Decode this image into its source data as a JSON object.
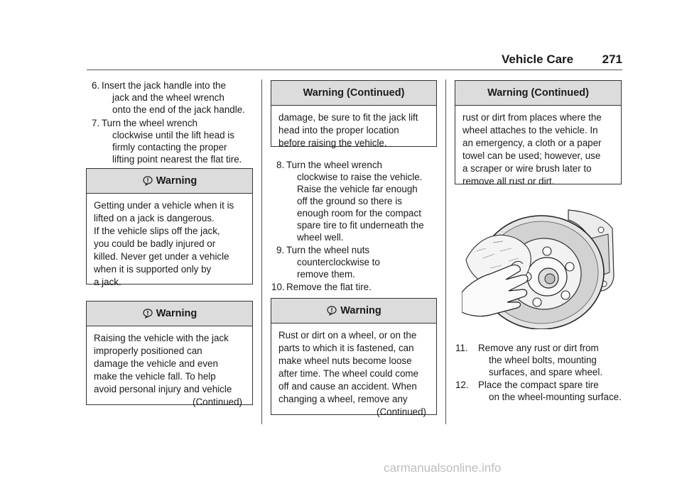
{
  "header": {
    "section": "Vehicle Care",
    "page_number": "271"
  },
  "steps": {
    "s6": {
      "num": "6.",
      "lines": [
        "Insert the jack handle into the",
        "jack and the wheel wrench",
        "onto the end of the jack handle."
      ]
    },
    "s7": {
      "num": "7.",
      "lines": [
        "Turn the wheel wrench",
        "clockwise until the lift head is",
        "firmly contacting the proper",
        "lifting point nearest the flat tire."
      ]
    },
    "s8": {
      "num": "8.",
      "lines": [
        "Turn the wheel wrench",
        "clockwise to raise the vehicle.",
        "Raise the vehicle far enough",
        "off the ground so there is",
        "enough room for the compact",
        "spare tire to fit underneath the",
        "wheel well."
      ]
    },
    "s9": {
      "num": "9.",
      "lines": [
        "Turn the wheel nuts",
        "counterclockwise to",
        "remove them."
      ]
    },
    "s10": {
      "num": "10.",
      "lines": [
        "Remove the flat tire."
      ]
    },
    "s11": {
      "num": "11.",
      "lines": [
        "Remove any rust or dirt from",
        "the wheel bolts, mounting",
        "surfaces, and spare wheel."
      ]
    },
    "s12": {
      "num": "12.",
      "lines": [
        "Place the compact spare tire",
        "on the wheel-mounting surface."
      ]
    }
  },
  "warnings": {
    "w1": {
      "title": "Warning",
      "lines": [
        "Getting under a vehicle when it is",
        "lifted on a jack is dangerous.",
        "If the vehicle slips off the jack,",
        "you could be badly injured or",
        "killed. Never get under a vehicle",
        "when it is supported only by",
        "a jack."
      ]
    },
    "w2": {
      "title": "Warning",
      "lines": [
        "Raising the vehicle with the jack",
        "improperly positioned can",
        "damage the vehicle and even",
        "make the vehicle fall. To help",
        "avoid personal injury and vehicle"
      ],
      "continued": "(Continued)"
    },
    "w3": {
      "title": "Warning  (Continued)",
      "lines": [
        "damage, be sure to fit the jack lift",
        "head into the proper location",
        "before raising the vehicle."
      ]
    },
    "w4": {
      "title": "Warning",
      "lines": [
        "Rust or dirt on a wheel, or on the",
        "parts to which it is fastened, can",
        "make wheel nuts become loose",
        "after time. The wheel could come",
        "off and cause an accident. When",
        "changing a wheel, remove any"
      ],
      "continued": "(Continued)"
    },
    "w5": {
      "title": "Warning  (Continued)",
      "lines": [
        "rust or dirt from places where the",
        "wheel attaches to the vehicle. In",
        "an emergency, a cloth or a paper",
        "towel can be used; however, use",
        "a scraper or wire brush later to",
        "remove all rust or dirt."
      ]
    }
  },
  "illustration": {
    "icon": "hand-cleaning-wheel-hub-illustration"
  },
  "watermark": "carmanualsonline.info",
  "colors": {
    "warning_header_bg": "#dcdcdc",
    "rule": "#555555",
    "watermark": "#bdbdbd"
  }
}
